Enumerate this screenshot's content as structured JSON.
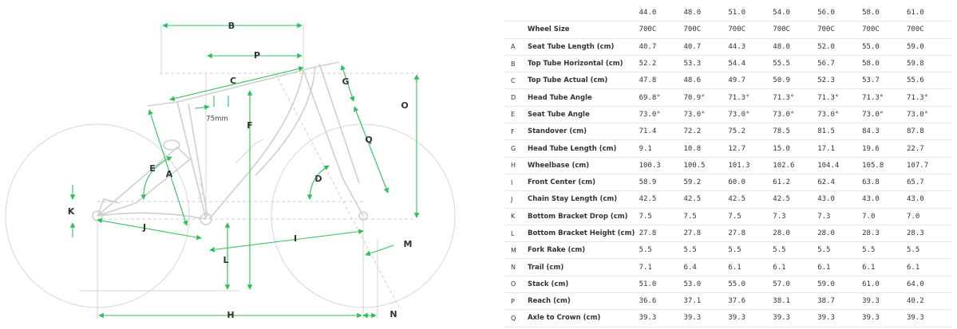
{
  "diagram": {
    "labels": {
      "A": "A",
      "B": "B",
      "C": "C",
      "D": "D",
      "E": "E",
      "F": "F",
      "G": "G",
      "H": "H",
      "J": "J",
      "K": "K",
      "L": "L",
      "M": "M",
      "N": "N",
      "O": "O",
      "P": "P",
      "Q": "Q",
      "I": "I"
    },
    "note_75mm": "75mm",
    "colors": {
      "measure": "#2fbf5a",
      "frame": "#cfcfcf"
    }
  },
  "geometry": {
    "sizes": [
      "44.0",
      "48.0",
      "51.0",
      "54.0",
      "56.0",
      "58.0",
      "61.0"
    ],
    "rows": [
      {
        "code": "",
        "name": "Wheel Size",
        "values": [
          "700C",
          "700C",
          "700C",
          "700C",
          "700C",
          "700C",
          "700C"
        ]
      },
      {
        "code": "A",
        "name": "Seat Tube Length (cm)",
        "values": [
          "40.7",
          "40.7",
          "44.3",
          "48.0",
          "52.0",
          "55.0",
          "59.0"
        ]
      },
      {
        "code": "B",
        "name": "Top Tube Horizontal (cm)",
        "values": [
          "52.2",
          "53.3",
          "54.4",
          "55.5",
          "56.7",
          "58.0",
          "59.8"
        ]
      },
      {
        "code": "C",
        "name": "Top Tube Actual (cm)",
        "values": [
          "47.8",
          "48.6",
          "49.7",
          "50.9",
          "52.3",
          "53.7",
          "55.6"
        ]
      },
      {
        "code": "D",
        "name": "Head Tube Angle",
        "values": [
          "69.8°",
          "70.9°",
          "71.3°",
          "71.3°",
          "71.3°",
          "71.3°",
          "71.3°"
        ]
      },
      {
        "code": "E",
        "name": "Seat Tube Angle",
        "values": [
          "73.0°",
          "73.0°",
          "73.0°",
          "73.0°",
          "73.0°",
          "73.0°",
          "73.0°"
        ]
      },
      {
        "code": "F",
        "name": "Standover (cm)",
        "values": [
          "71.4",
          "72.2",
          "75.2",
          "78.5",
          "81.5",
          "84.3",
          "87.8"
        ]
      },
      {
        "code": "G",
        "name": "Head Tube Length (cm)",
        "values": [
          "9.1",
          "10.8",
          "12.7",
          "15.0",
          "17.1",
          "19.6",
          "22.7"
        ]
      },
      {
        "code": "H",
        "name": "Wheelbase (cm)",
        "values": [
          "100.3",
          "100.5",
          "101.3",
          "102.6",
          "104.4",
          "105.8",
          "107.7"
        ]
      },
      {
        "code": "I",
        "name": "Front Center (cm)",
        "values": [
          "58.9",
          "59.2",
          "60.0",
          "61.2",
          "62.4",
          "63.8",
          "65.7"
        ]
      },
      {
        "code": "J",
        "name": "Chain Stay Length (cm)",
        "values": [
          "42.5",
          "42.5",
          "42.5",
          "42.5",
          "43.0",
          "43.0",
          "43.0"
        ]
      },
      {
        "code": "K",
        "name": "Bottom Bracket Drop (cm)",
        "values": [
          "7.5",
          "7.5",
          "7.5",
          "7.3",
          "7.3",
          "7.0",
          "7.0"
        ]
      },
      {
        "code": "L",
        "name": "Bottom Bracket Height (cm)",
        "values": [
          "27.8",
          "27.8",
          "27.8",
          "28.0",
          "28.0",
          "28.3",
          "28.3"
        ]
      },
      {
        "code": "M",
        "name": "Fork Rake (cm)",
        "values": [
          "5.5",
          "5.5",
          "5.5",
          "5.5",
          "5.5",
          "5.5",
          "5.5"
        ]
      },
      {
        "code": "N",
        "name": "Trail (cm)",
        "values": [
          "7.1",
          "6.4",
          "6.1",
          "6.1",
          "6.1",
          "6.1",
          "6.1"
        ]
      },
      {
        "code": "O",
        "name": "Stack (cm)",
        "values": [
          "51.0",
          "53.0",
          "55.0",
          "57.0",
          "59.0",
          "61.0",
          "64.0"
        ]
      },
      {
        "code": "P",
        "name": "Reach (cm)",
        "values": [
          "36.6",
          "37.1",
          "37.6",
          "38.1",
          "38.7",
          "39.3",
          "40.2"
        ]
      },
      {
        "code": "Q",
        "name": "Axle to Crown (cm)",
        "values": [
          "39.3",
          "39.3",
          "39.3",
          "39.3",
          "39.3",
          "39.3",
          "39.3"
        ]
      }
    ]
  }
}
